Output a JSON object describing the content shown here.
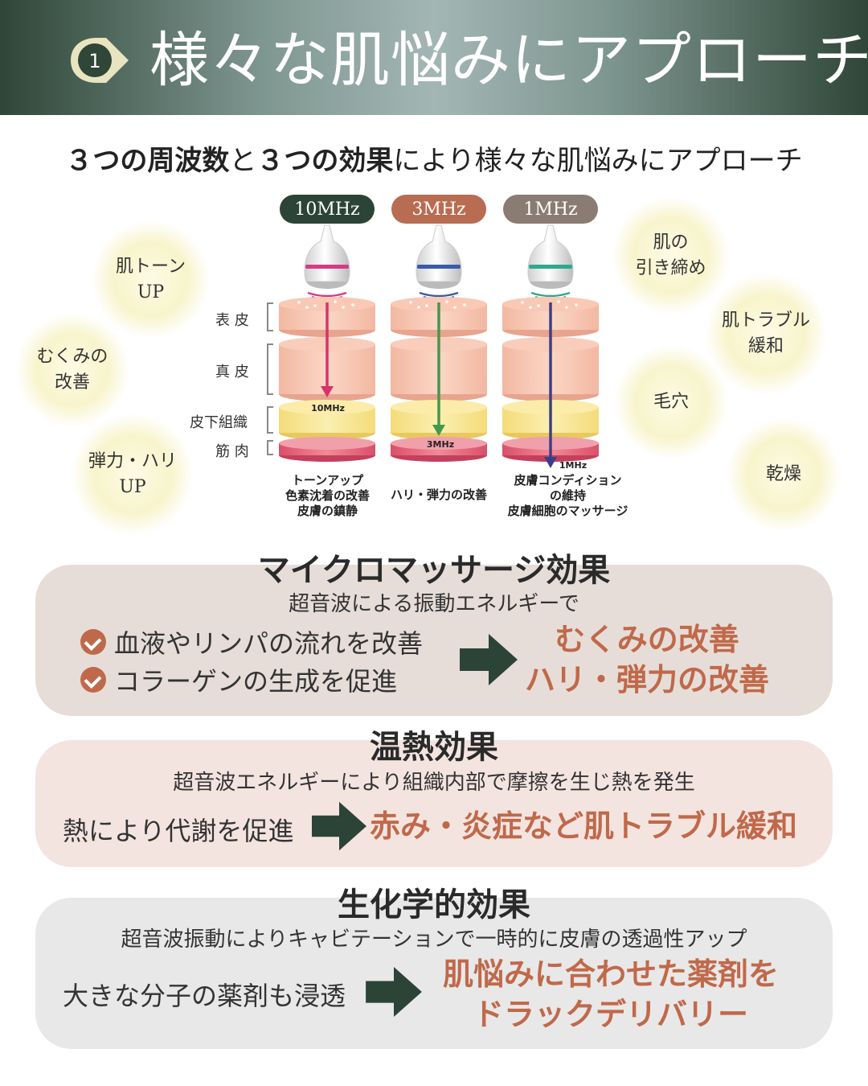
{
  "header": {
    "badge_number": "1",
    "title": "様々な肌悩みにアプローチ"
  },
  "subtitle": {
    "part1": "３つの周波数",
    "part2": "と",
    "part3": "３つの効果",
    "part4": "により様々な肌悩みにアプローチ"
  },
  "bubbles": [
    {
      "label": "肌トーン\nUP"
    },
    {
      "label": "むくみの\n改善"
    },
    {
      "label": "弾力・ハリ\nUP"
    },
    {
      "label": "肌の\n引き締め"
    },
    {
      "label": "肌トラブル\n緩和"
    },
    {
      "label": "毛穴"
    },
    {
      "label": "乾燥"
    }
  ],
  "frequencies": [
    {
      "label": "10MHz",
      "depth_label": "10MHz",
      "caption": "トーンアップ\n色素沈着の改善\n皮膚の鎮静",
      "pill_color": "#2c4437",
      "ring_color": "#d63a86",
      "arrow_color": "#d9326c"
    },
    {
      "label": "3MHz",
      "depth_label": "3MHz",
      "caption": "ハリ・弾力の改善",
      "pill_color": "#b86c51",
      "ring_color": "#3a5ba8",
      "arrow_color": "#3f9a4c"
    },
    {
      "label": "1MHz",
      "depth_label": "1MHz",
      "caption": "皮膚コンディション\nの維持\n皮膚細胞のマッサージ",
      "pill_color": "#8a7c73",
      "ring_color": "#2fa88c",
      "arrow_color": "#3a3f8c"
    }
  ],
  "layers": [
    {
      "label": "表 皮"
    },
    {
      "label": "真 皮"
    },
    {
      "label": "皮下組織"
    },
    {
      "label": "筋 肉"
    }
  ],
  "panels": [
    {
      "title": "マイクロマッサージ効果",
      "desc": "超音波による振動エネルギーで",
      "items": [
        "血液やリンパの流れを改善",
        "コラーゲンの生成を促進"
      ],
      "results": [
        "むくみの改善",
        "ハリ・弾力の改善"
      ],
      "bg": "#e6ddd8"
    },
    {
      "title": "温熱効果",
      "desc": "超音波エネルギーにより組織内部で摩擦を生じ熱を発生",
      "items": [
        "熱により代謝を促進"
      ],
      "results": [
        "赤み・炎症など肌トラブル緩和"
      ],
      "bg": "#f4e4e0"
    },
    {
      "title": "生化学的効果",
      "desc": "超音波振動によりキャビテーションで一時的に皮膚の透過性アップ",
      "items": [
        "大きな分子の薬剤も浸透"
      ],
      "results": [
        "肌悩みに合わせた薬剤を",
        "ドラックデリバリー"
      ],
      "bg": "#e8e8e8"
    }
  ],
  "colors": {
    "accent": "#c0694a",
    "arrow": "#2c4437",
    "header_dark": "#2f4638"
  }
}
